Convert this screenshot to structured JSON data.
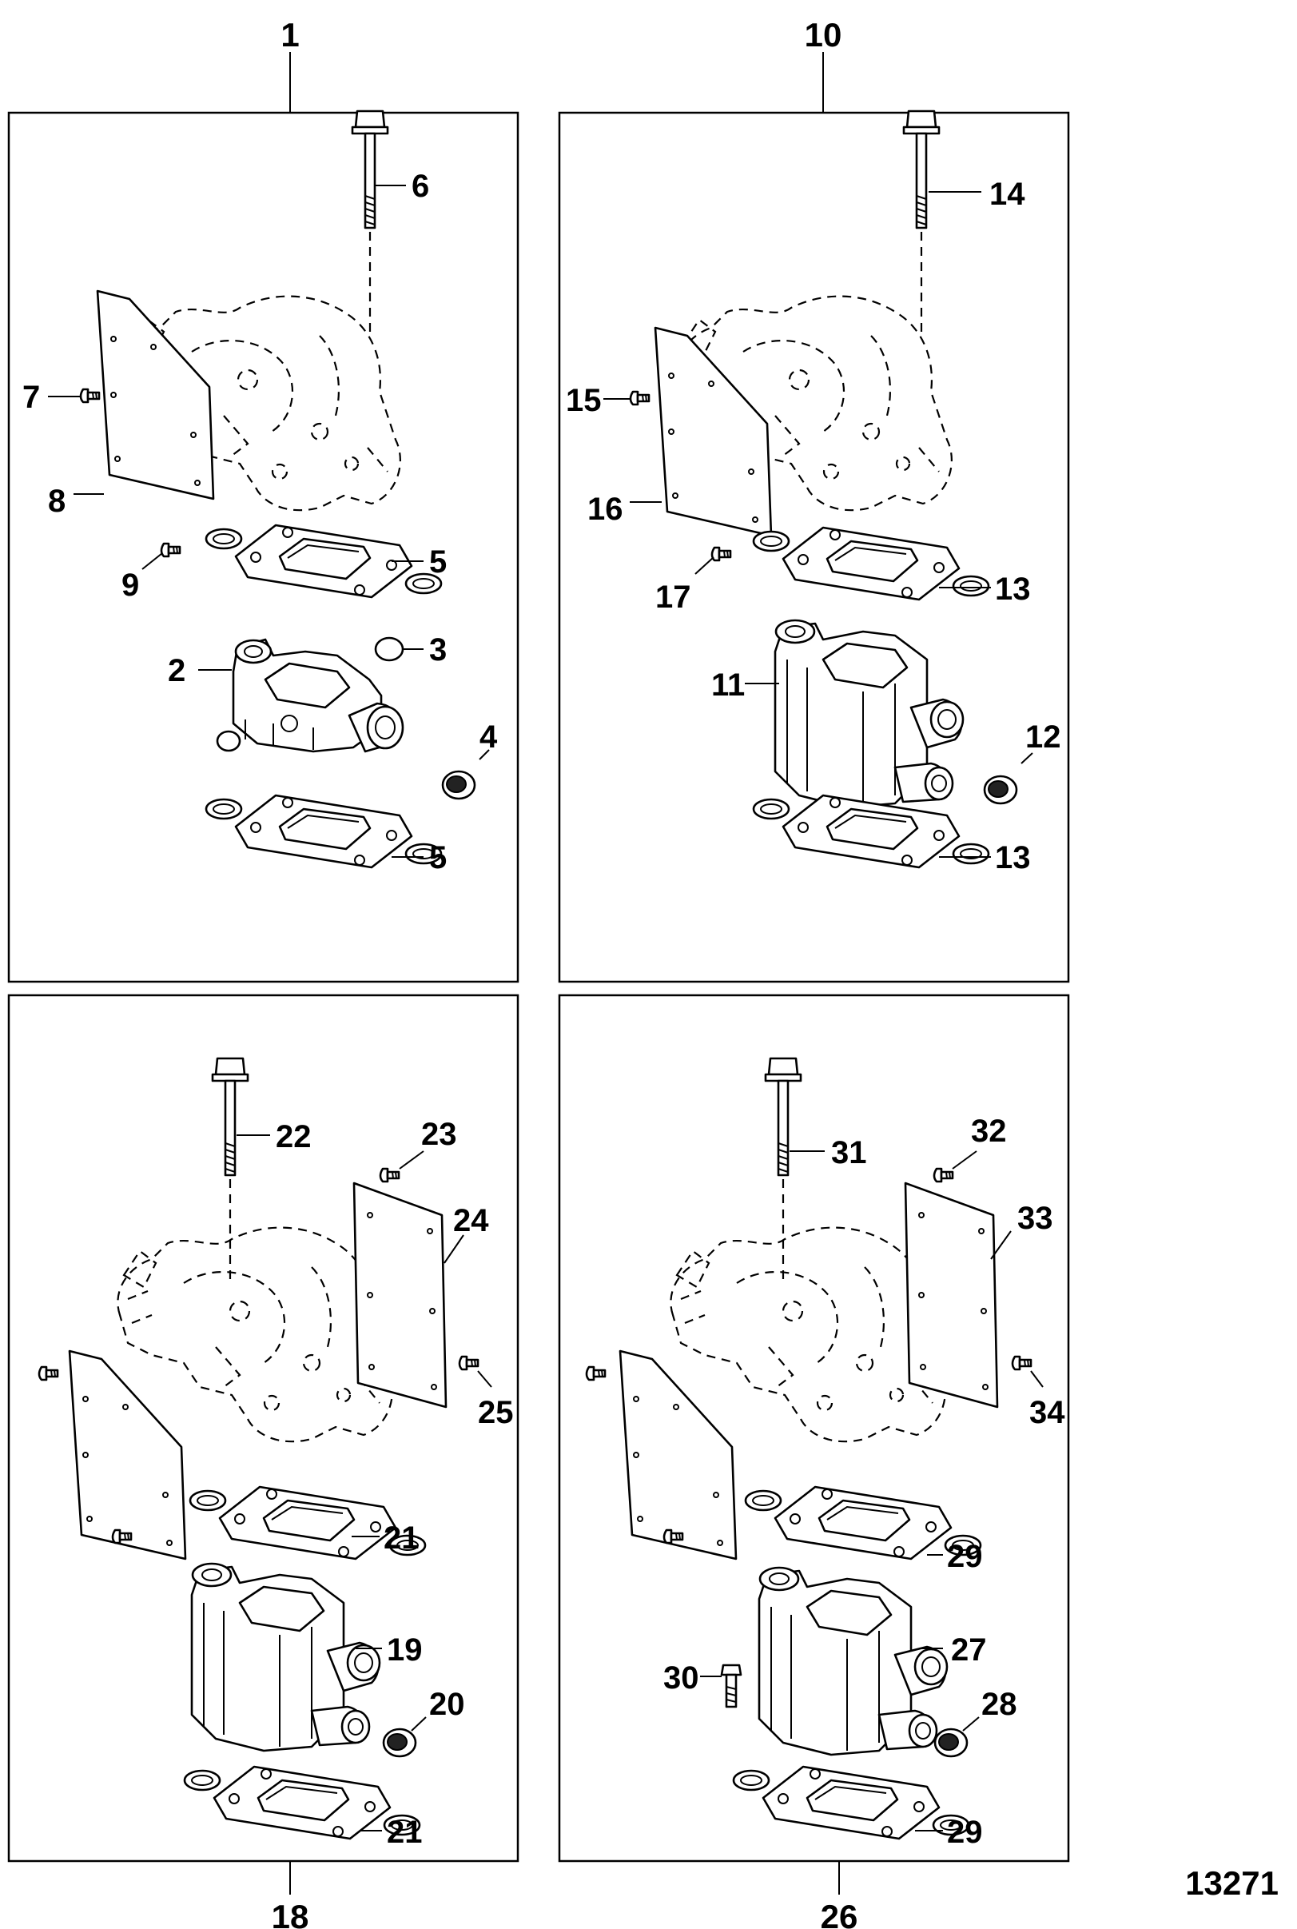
{
  "diagram": {
    "drawing_number": "13271",
    "panels": [
      {
        "id": "1",
        "parts": {
          "bolt": "6",
          "screw_top": "7",
          "plate": "8",
          "screw_bottom": "9",
          "gasket_top": "5",
          "elbow": "2",
          "plug": "3",
          "cap": "4",
          "gasket_bottom": "5"
        }
      },
      {
        "id": "10",
        "parts": {
          "bolt": "14",
          "screw_top": "15",
          "plate": "16",
          "screw_bottom": "17",
          "gasket_top": "13",
          "elbow": "11",
          "cap": "12",
          "gasket_bottom": "13"
        }
      },
      {
        "id": "18",
        "parts": {
          "bolt": "22",
          "screw_top": "23",
          "plate": "24",
          "screw_bottom": "25",
          "gasket_top": "21",
          "elbow": "19",
          "cap": "20",
          "gasket_bottom": "21"
        }
      },
      {
        "id": "26",
        "parts": {
          "bolt": "31",
          "screw_top": "32",
          "plate": "33",
          "screw_bottom": "34",
          "gasket_top": "29",
          "elbow": "27",
          "side_bolt": "30",
          "cap": "28",
          "gasket_bottom": "29"
        }
      }
    ]
  }
}
